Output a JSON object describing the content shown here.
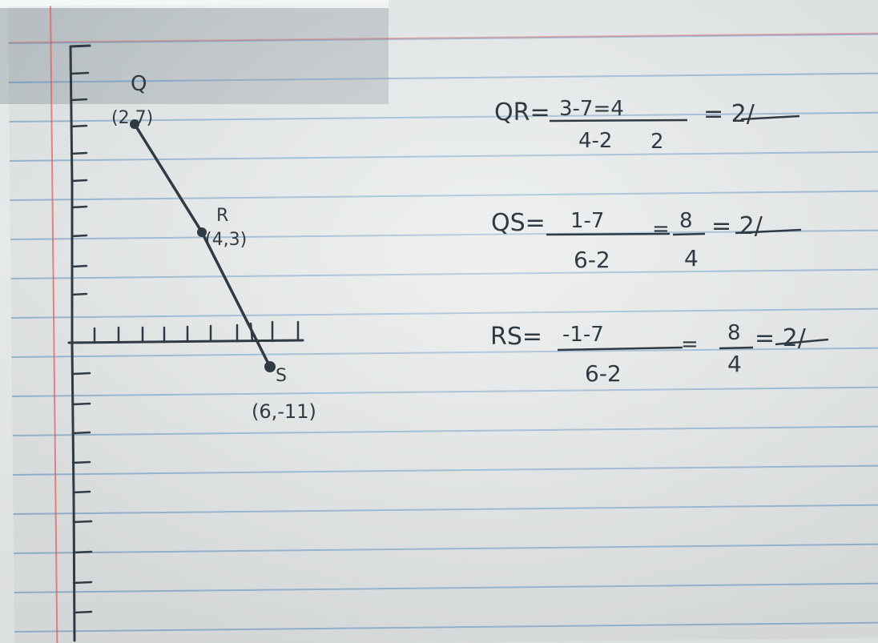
{
  "points": {
    "q": {
      "name": "Q",
      "coords": "(2,7)"
    },
    "r": {
      "name": "R",
      "coords": "(4,3)"
    },
    "s": {
      "name": "S",
      "coords": "(6,-11)"
    }
  },
  "work": {
    "qr": {
      "label": "QR=",
      "numerator": "3-7=4",
      "denominator": "4-2",
      "second_denominator": "2",
      "result": "= 2/"
    },
    "qs": {
      "label": "QS=",
      "numerator": "1-7",
      "equals_mid": "=",
      "fraction_num": "8",
      "fraction_den": "4",
      "denominator": "6-2",
      "result": "= 2/"
    },
    "rs": {
      "label": "RS=",
      "numerator": "-1-7",
      "equals_mid": "=",
      "fraction_num": "8",
      "fraction_den": "4",
      "denominator": "6-2",
      "result": "= 2/"
    }
  },
  "colors": {
    "ink": "#2f3a43",
    "ruled_line": "#568cbe",
    "margin_line": "#e15a5a"
  }
}
